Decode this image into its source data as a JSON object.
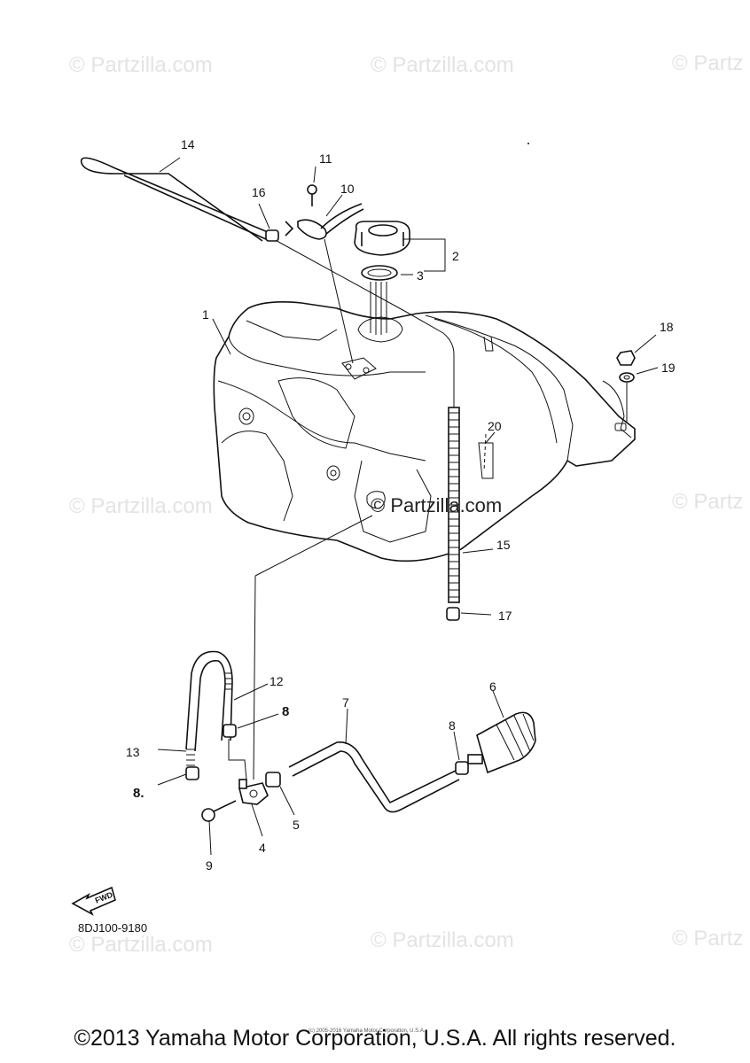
{
  "watermark": "© Partzilla.com",
  "watermark_partial": "© Partz",
  "center_watermark": "© Partzilla.com",
  "diagram_code": "8DJ100-9180",
  "fwd_label": "FWD",
  "callouts": {
    "c1": "1",
    "c2": "2",
    "c3": "3",
    "c4": "4",
    "c5": "5",
    "c6": "6",
    "c7": "7",
    "c8a": "8",
    "c8b": "8",
    "c8c": "8.",
    "c9": "9",
    "c10": "10",
    "c11": "11",
    "c12": "12",
    "c13": "13",
    "c14": "14",
    "c15": "15",
    "c16": "16",
    "c17": "17",
    "c18": "18",
    "c19": "19",
    "c20": "20"
  },
  "tiny_note": "(c) 2005-2016 Yamaha Motor Corporation, U.S.A.",
  "copyright": "©2013 Yamaha Motor Corporation, U.S.A. All rights reserved."
}
